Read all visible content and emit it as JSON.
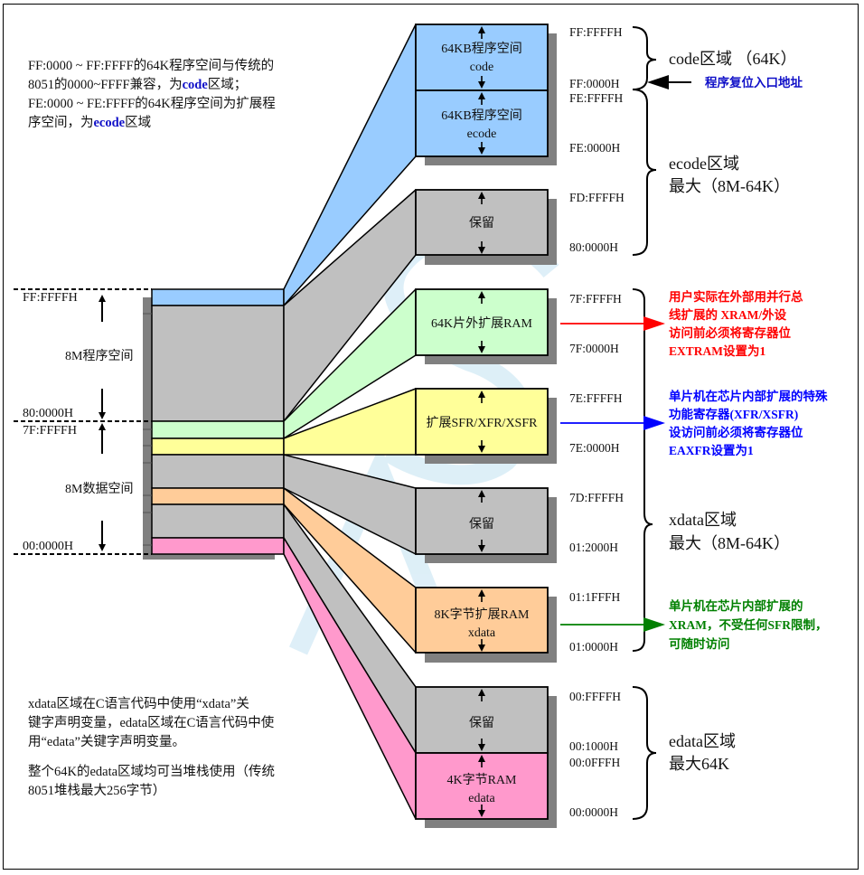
{
  "top_note": {
    "line1": "FF:0000 ~ FF:FFFF的64K程序空间与传统的",
    "line2_pre": "8051的0000~FFFF兼容，为",
    "line2_kw": "code",
    "line2_post": "区域；",
    "line3": "FE:0000 ~ FE:FFFF的64K程序空间为扩展程",
    "line4_pre": "序空间，为",
    "line4_kw": "ecode",
    "line4_post": "区域"
  },
  "bottom_note": {
    "line1": "xdata区域在C语言代码中使用“xdata”关",
    "line2": "键字声明变量，edata区域在C语言代码中使",
    "line3": "用“edata”关键字声明变量。",
    "line4": "整个64K的edata区域均可当堆栈使用（传统",
    "line5": "8051堆栈最大256字节）"
  },
  "left_column": {
    "top_addr": "FF:FFFFH",
    "program_label": "8M程序空间",
    "mid_addr_high": "80:0000H",
    "mid_addr_low": "7F:FFFFH",
    "data_label": "8M数据空间",
    "bottom_addr": "00:0000H"
  },
  "colors": {
    "code": "#99ccff",
    "reserved": "#c0c0c0",
    "ext_ram": "#ccffcc",
    "sfr": "#ffff99",
    "xram": "#ffcc99",
    "edata": "#ff99cc",
    "shadow": "#808080",
    "red": "#ff0000",
    "blue": "#0000ff",
    "green": "#008000",
    "kw_blue": "#1010c8"
  },
  "boxes": [
    {
      "id": "code",
      "line1": "64KB程序空间",
      "line2": "code"
    },
    {
      "id": "ecode",
      "line1": "64KB程序空间",
      "line2": "ecode"
    },
    {
      "id": "reserved1",
      "line1": "保留",
      "line2": ""
    },
    {
      "id": "ext_ram",
      "line1": "64K片外扩展RAM",
      "line2": ""
    },
    {
      "id": "sfr",
      "line1": "扩展SFR/XFR/XSFR",
      "line2": ""
    },
    {
      "id": "reserved2",
      "line1": "保留",
      "line2": ""
    },
    {
      "id": "xram",
      "line1": "8K字节扩展RAM",
      "line2": "xdata"
    },
    {
      "id": "reserved3",
      "line1": "保留",
      "line2": ""
    },
    {
      "id": "edata",
      "line1": "4K字节RAM",
      "line2": "edata"
    }
  ],
  "addresses": {
    "ff_ffff": "FF:FFFFH",
    "ff_0000": "FF:0000H",
    "fe_ffff": "FE:FFFFH",
    "fe_0000": "FE:0000H",
    "fd_ffff": "FD:FFFFH",
    "a80_0000": "80:0000H",
    "a7f_ffff": "7F:FFFFH",
    "a7f_0000": "7F:0000H",
    "a7e_ffff": "7E:FFFFH",
    "a7e_0000": "7E:0000H",
    "a7d_ffff": "7D:FFFFH",
    "a01_2000": "01:2000H",
    "a01_1fff": "01:1FFFH",
    "a01_0000": "01:0000H",
    "a00_ffff": "00:FFFFH",
    "a00_1000": "00:1000H",
    "a00_0fff": "00:0FFFH",
    "a00_0000": "00:0000H"
  },
  "regions": {
    "code": "code区域 （64K）",
    "reset_entry": "程序复位入口地址",
    "ecode_l1": "ecode区域",
    "ecode_l2": "最大（8M-64K）",
    "xdata_l1": "xdata区域",
    "xdata_l2": "最大（8M-64K）",
    "edata_l1": "edata区域",
    "edata_l2": "最大64K"
  },
  "annotations": {
    "extram": [
      "用户实际在外部用并行总",
      "线扩展的 XRAM/外设",
      "访问前必须将寄存器位",
      "EXTRAM设置为1"
    ],
    "eaxfr": [
      "单片机在芯片内部扩展的特殊",
      "功能寄存器(XFR/XSFR)",
      "设访问前必须将寄存器位",
      "EAXFR设置为1"
    ],
    "xram": [
      "单片机在芯片内部扩展的",
      "XRAM，不受任何SFR限制，",
      "可随时访问"
    ]
  }
}
